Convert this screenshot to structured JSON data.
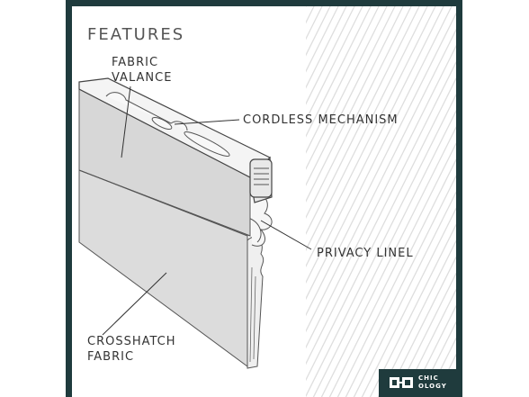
{
  "heading": "FEATURES",
  "callouts": {
    "fabric_valance": [
      "FABRIC",
      "VALANCE"
    ],
    "cordless_mechanism": "CORDLESS MECHANISM",
    "privacy_liner": "PRIVACY LINEL",
    "crosshatch_fabric": [
      "CROSSHATCH",
      "FABRIC"
    ]
  },
  "logo": {
    "brand_line1": "CHIC",
    "brand_line2": "OLOGY"
  },
  "colors": {
    "frame": "#1f3b3d",
    "fabric": "#dcdcdc",
    "stripes": "#d8d8d8",
    "text": "#333333"
  }
}
